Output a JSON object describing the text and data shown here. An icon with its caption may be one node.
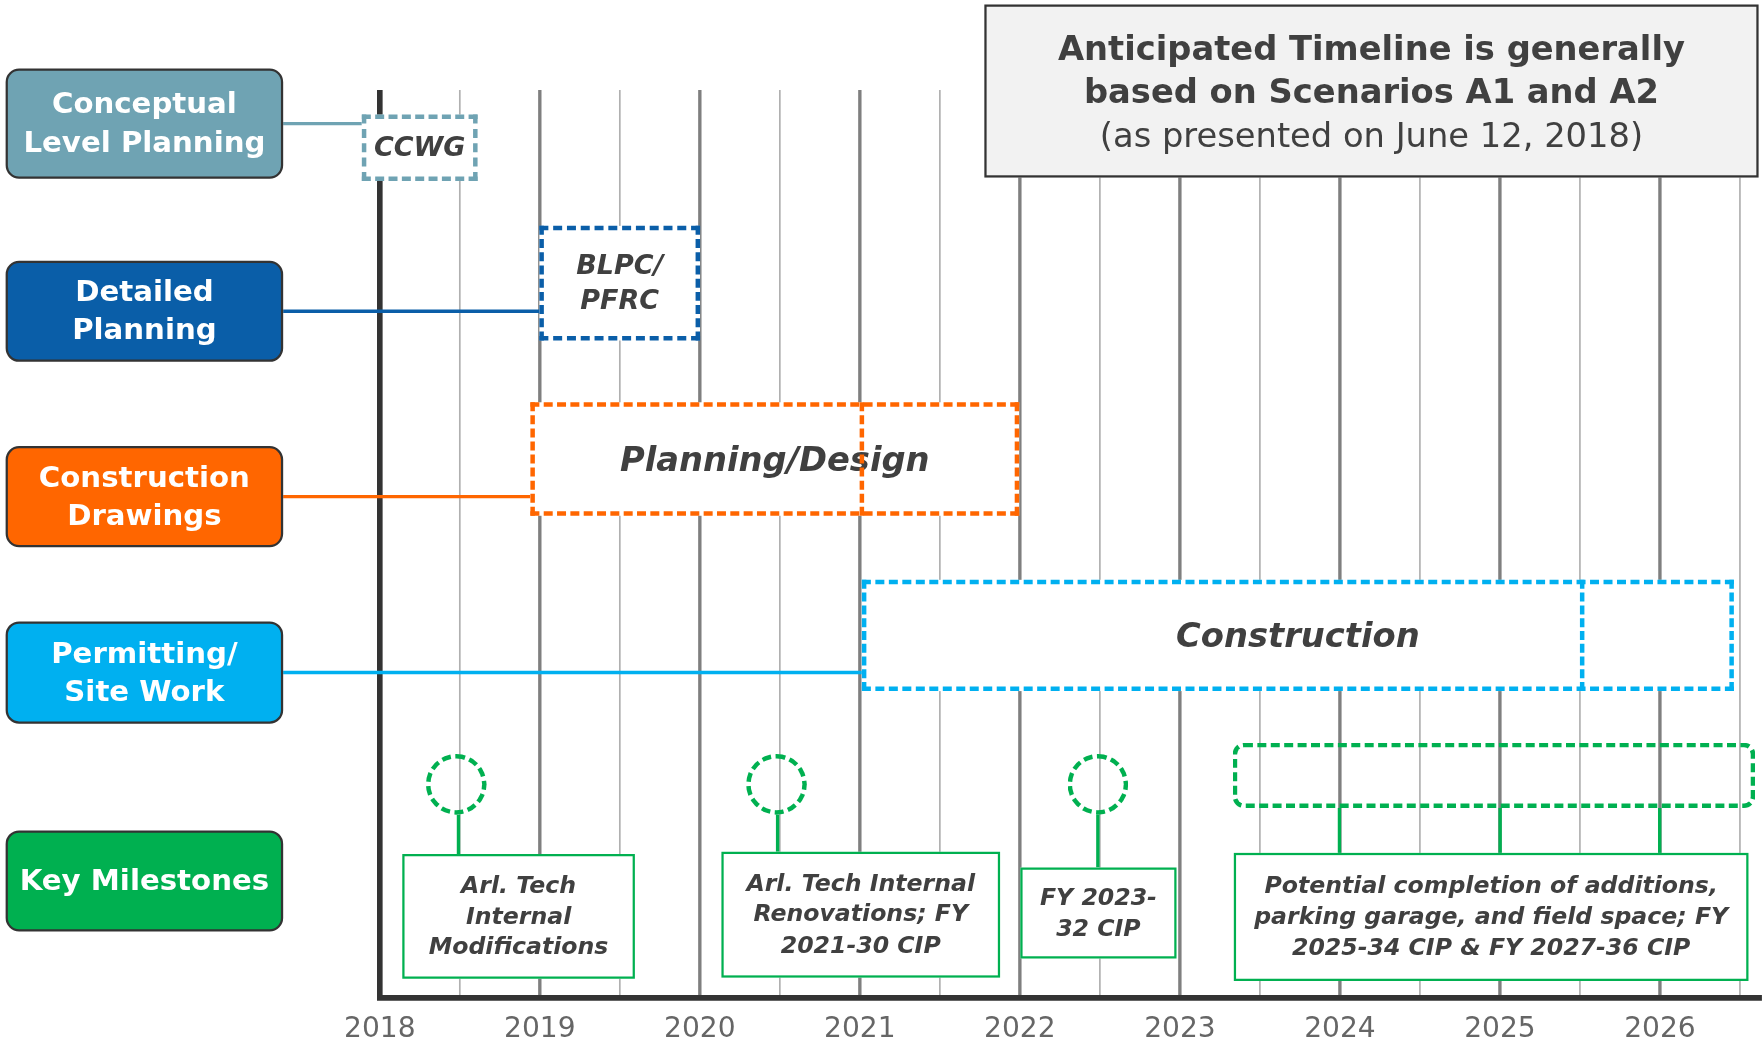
{
  "diagram": {
    "title": "Anticipated Timeline is generally based on Scenarios A1 and A2",
    "nodes": [
      {
        "text": [
          "Conceptual Level Planning"
        ]
      },
      {
        "text": [
          "Detailed Planning"
        ]
      },
      {
        "text": [
          "Construction Drawings"
        ]
      },
      {
        "text": [
          "Permitting/ Site Work"
        ]
      },
      {
        "text": [
          "Key Milestones"
        ]
      },
      {
        "text": [
          "CCWG"
        ]
      },
      {
        "text": [
          "BLPC/ PFRC"
        ]
      },
      {
        "text": [
          "Planning/Design"
        ]
      },
      {
        "text": [
          "Construction"
        ]
      },
      {
        "text": [],
        "shape": "circle"
      },
      {
        "text": [],
        "shape": "circle"
      },
      {
        "text": [],
        "shape": "circle"
      },
      {
        "text": [],
        "shape": "box"
      },
      {
        "text": [
          "Arl. Tech Internal Modifications"
        ]
      },
      {
        "text": [
          "Arl. Tech Internal Renovations; FY 2021-30 CIP"
        ]
      },
      {
        "text": [
          "FY 2023-32 CIP"
        ]
      },
      {
        "text": [
          "Potential completion of additions, parking garage, and field space; FY 2025-34 CIP & FY 2027-36 CIP"
        ]
      }
    ],
    "edges": [
      {
        "from": 0,
        "to": 5,
        "arrow": "none",
        "color": "#6fa3b3"
      },
      {
        "from": 1,
        "to": 6,
        "arrow": "none",
        "color": "#0a5ea8"
      },
      {
        "from": 2,
        "to": 7,
        "arrow": "none",
        "color": "#ff6600"
      },
      {
        "from": 3,
        "to": 8,
        "arrow": "none",
        "color": "#00b0f0"
      },
      {
        "from": 9,
        "to": 13,
        "arrow": "none"
      },
      {
        "from": 10,
        "to": 14,
        "arrow": "none"
      },
      {
        "from": 11,
        "to": 15,
        "arrow": "none"
      },
      {
        "from": 12,
        "to": 16,
        "arrow": "none"
      },
      {
        "from": 12,
        "to": 16,
        "arrow": "none"
      },
      {
        "from": 12,
        "to": 16,
        "arrow": "none"
      }
    ],
    "labels": [
      "(as presented on June 12, 2018)",
      "2018",
      "2019",
      "2020",
      "2021",
      "2022",
      "2023",
      "2024",
      "2025",
      "2026"
    ]
  }
}
